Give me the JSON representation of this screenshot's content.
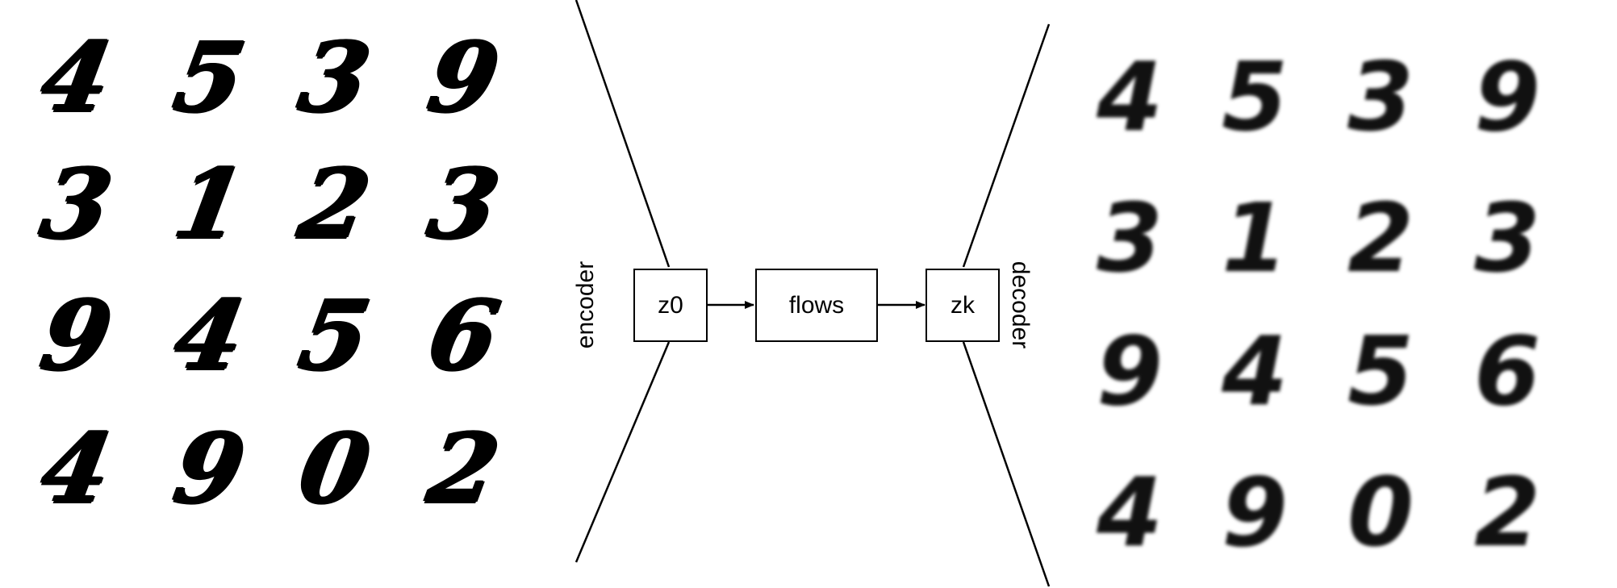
{
  "input_grid": [
    [
      "4",
      "5",
      "3",
      "9"
    ],
    [
      "3",
      "1",
      "2",
      "3"
    ],
    [
      "9",
      "4",
      "5",
      "6"
    ],
    [
      "4",
      "9",
      "0",
      "2"
    ]
  ],
  "output_grid": [
    [
      "4",
      "5",
      "3",
      "9"
    ],
    [
      "3",
      "1",
      "2",
      "3"
    ],
    [
      "9",
      "4",
      "5",
      "6"
    ],
    [
      "4",
      "9",
      "0",
      "2"
    ]
  ],
  "labels": {
    "encoder": "encoder",
    "decoder": "decoder",
    "z0": "z0",
    "flows": "flows",
    "zk": "zk"
  }
}
